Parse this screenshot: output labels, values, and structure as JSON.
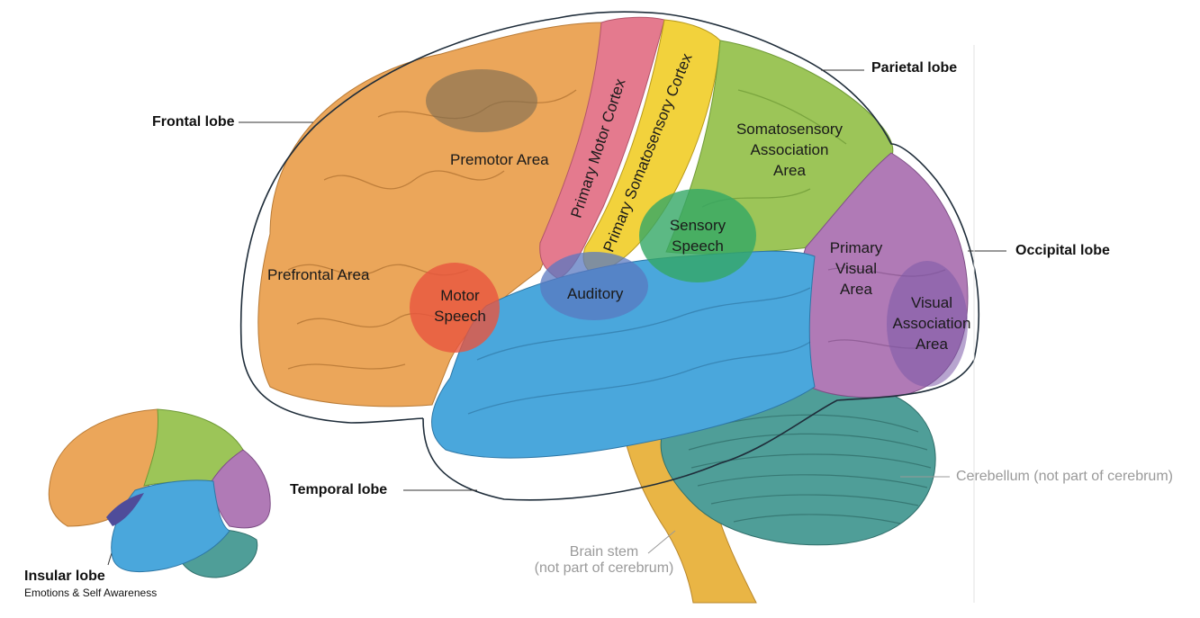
{
  "lobes": {
    "frontal": "Frontal lobe",
    "parietal": "Parietal lobe",
    "occipital": "Occipital lobe",
    "temporal": "Temporal lobe",
    "insular": "Insular lobe",
    "insular_note": "Emotions & Self Awareness"
  },
  "regions": {
    "premotor": "Premotor Area",
    "prefrontal": "Prefrontal Area",
    "motor_speech_1": "Motor",
    "motor_speech_2": "Speech",
    "primary_motor": "Primary Motor Cortex",
    "primary_somatosensory": "Primary Somatosensory Cortex",
    "somatosensory_assoc_1": "Somatosensory",
    "somatosensory_assoc_2": "Association",
    "somatosensory_assoc_3": "Area",
    "sensory_speech_1": "Sensory",
    "sensory_speech_2": "Speech",
    "auditory": "Auditory",
    "primary_visual_1": "Primary",
    "primary_visual_2": "Visual",
    "primary_visual_3": "Area",
    "visual_assoc_1": "Visual",
    "visual_assoc_2": "Association",
    "visual_assoc_3": "Area"
  },
  "other": {
    "cerebellum": "Cerebellum (not part of cerebrum)",
    "brain_stem_1": "Brain stem",
    "brain_stem_2": "(not part of cerebrum)"
  },
  "colors": {
    "frontal": "#eba65a",
    "motor_cortex": "#e47a8e",
    "somatosensory_cortex": "#f2d23c",
    "parietal": "#9cc558",
    "occipital": "#b07ab6",
    "temporal": "#4aa7dc",
    "cerebellum": "#4f9e98",
    "brain_stem": "#e9b545",
    "premotor_spot": "#7a6a52",
    "motor_speech_spot": "#e8553f",
    "sensory_speech_spot": "#33a865",
    "auditory_spot": "#5a78c0",
    "visual_assoc_spot": "#7c5aa8",
    "insular": "#4f4c9a"
  }
}
